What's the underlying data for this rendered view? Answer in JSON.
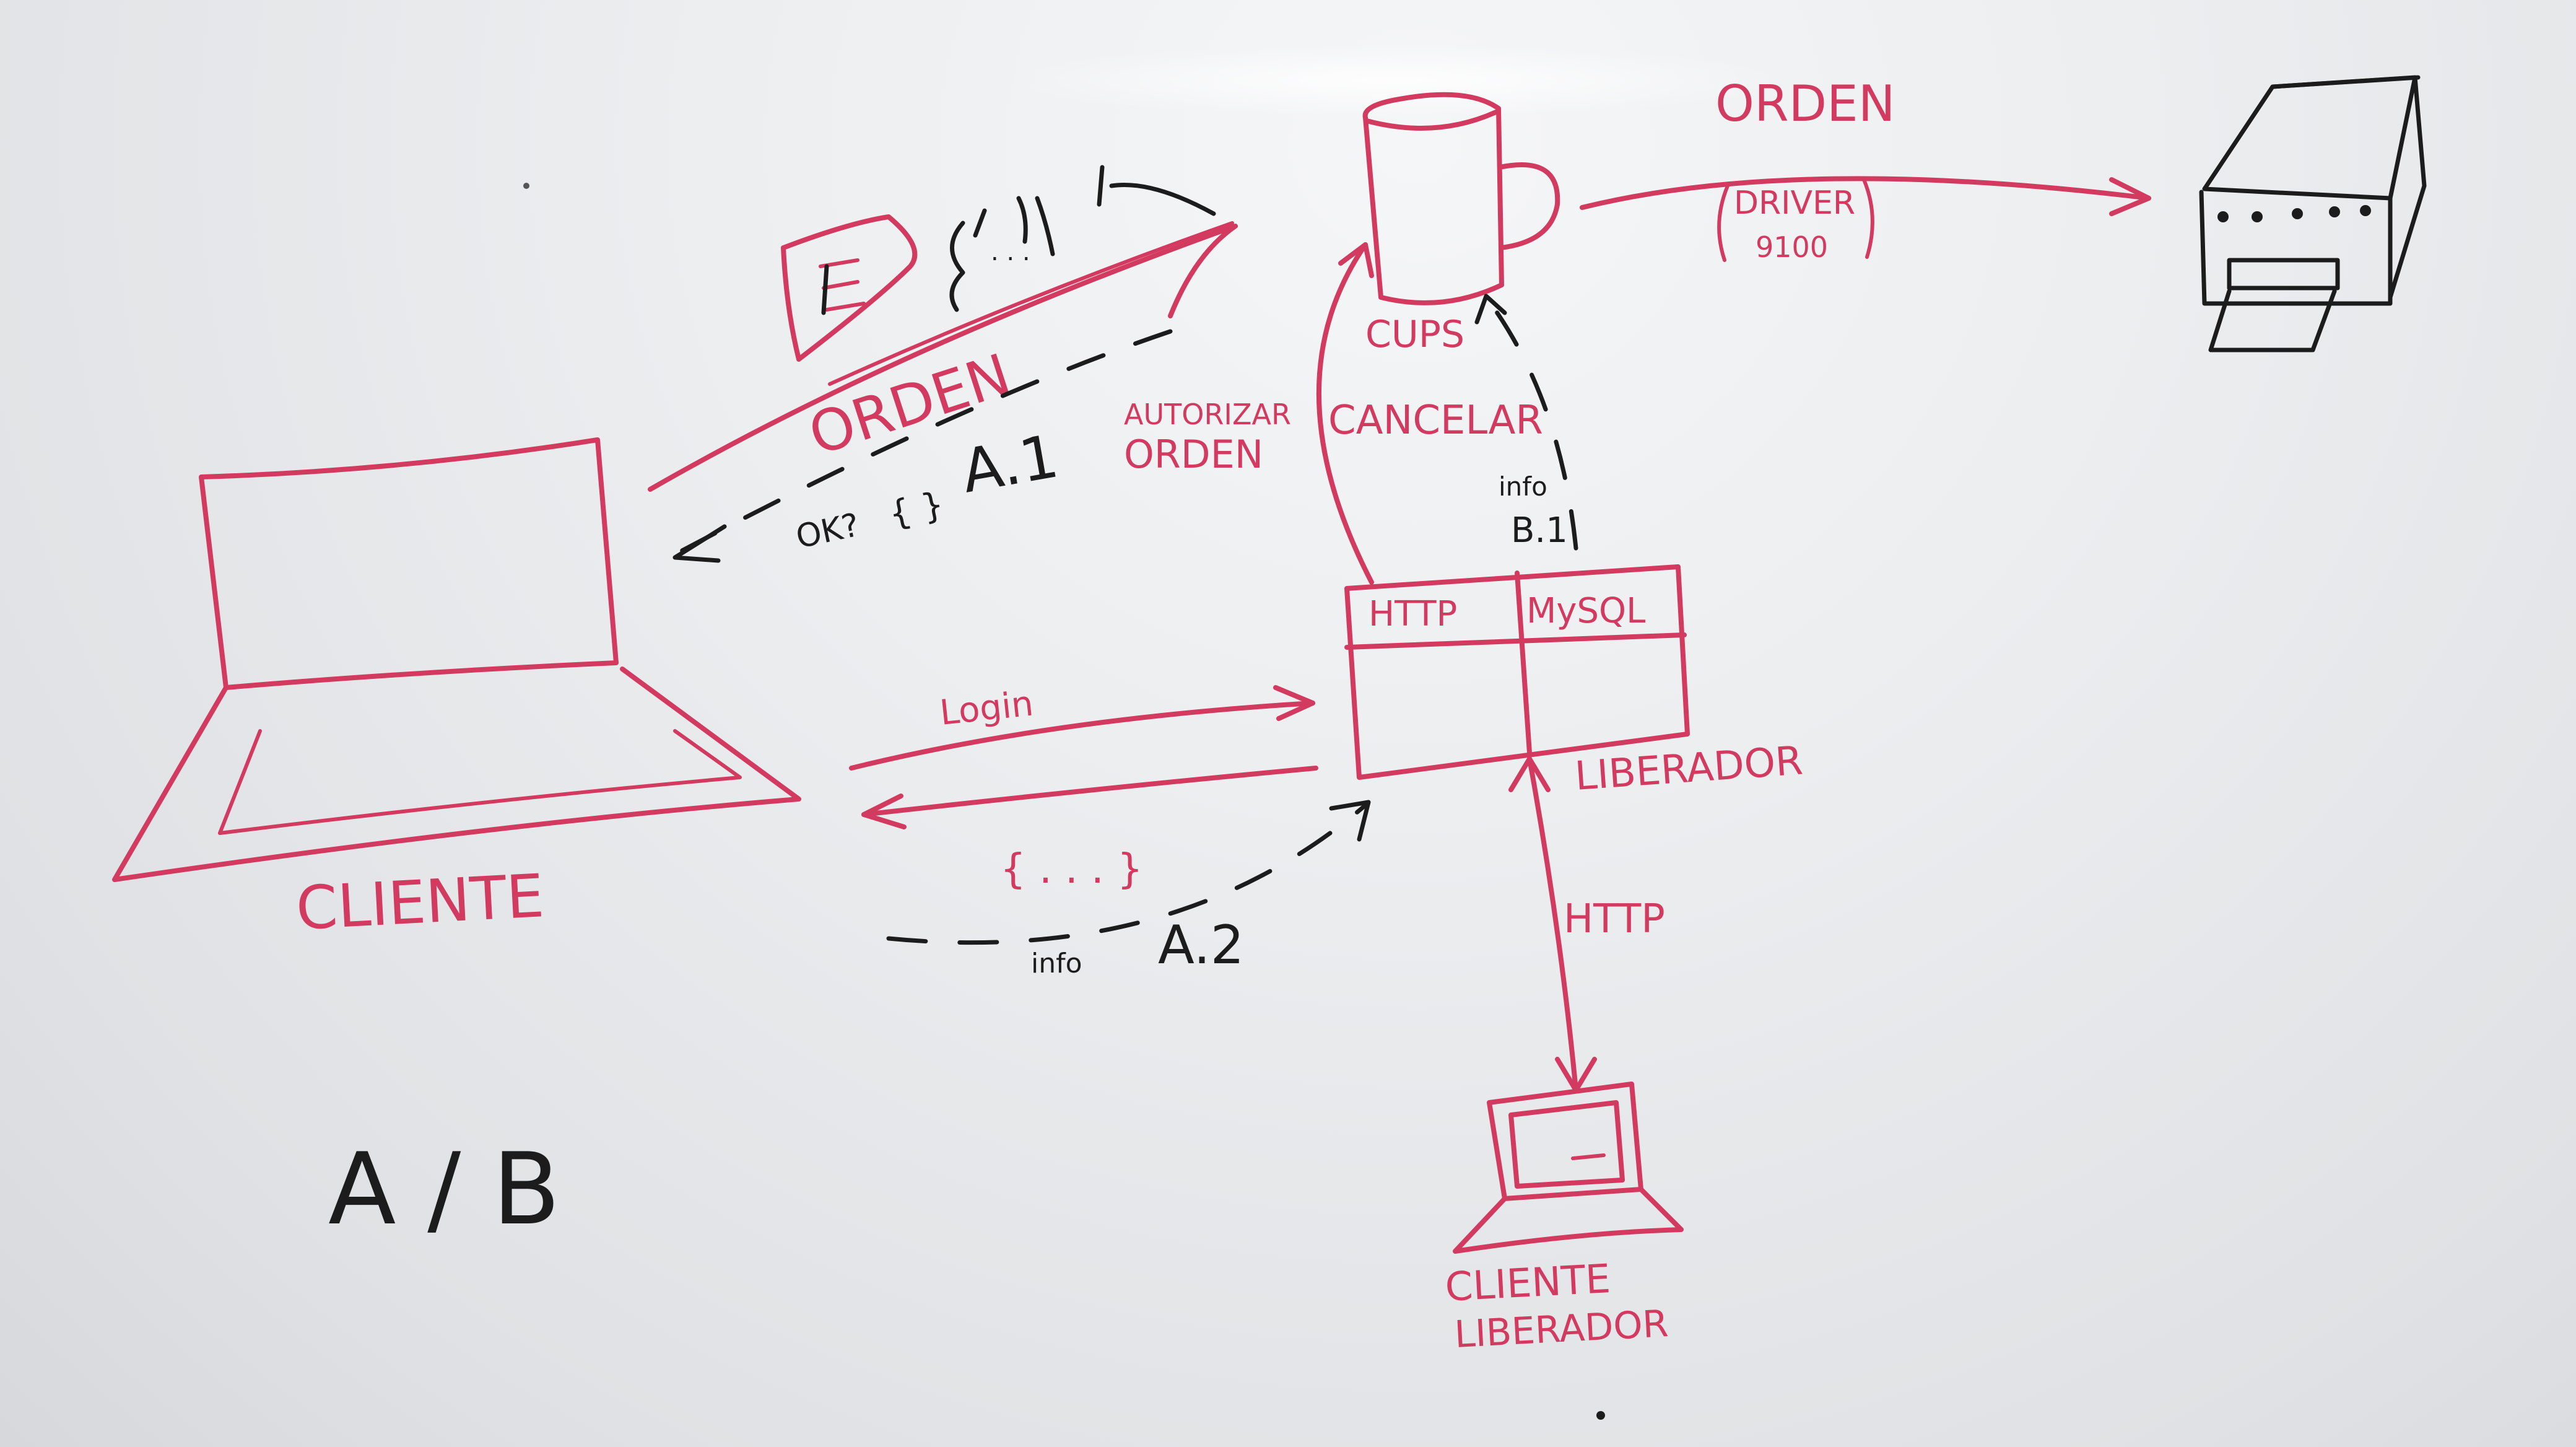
{
  "labels": {
    "orden_top": "ORDEN",
    "driver_line1": "DRIVER",
    "driver_line2": "9100",
    "orden_main": "ORDEN",
    "ok_question": "OK?",
    "curly": "{ }",
    "a1": "A.1",
    "autorizar": "AUTORIZAR",
    "autorizar_orden": "ORDEN",
    "cancelar": "CANCELAR",
    "cups": "CUPS",
    "info_b1": "info",
    "b1": "B.1",
    "http_cell": "HTTP",
    "mysql_cell": "MySQL",
    "liberador": "LIBERADOR",
    "login": "Login",
    "curly_dots": "{ . . . }",
    "info": "info",
    "a2": "A.2",
    "cliente": "CLIENTE",
    "http_vertical": "HTTP",
    "cliente_liberador_1": "CLIENTE",
    "cliente_liberador_2": "LIBERADOR",
    "ab": "A / B"
  },
  "icons": {
    "cups_mug": "mug-icon",
    "printer": "printer-icon",
    "laptop_large": "laptop-icon",
    "laptop_small": "laptop-icon",
    "document": "document-icon"
  },
  "colors": {
    "marker_red": "#d23a60",
    "marker_black": "#1c1c1c",
    "board": "#eceef0"
  }
}
